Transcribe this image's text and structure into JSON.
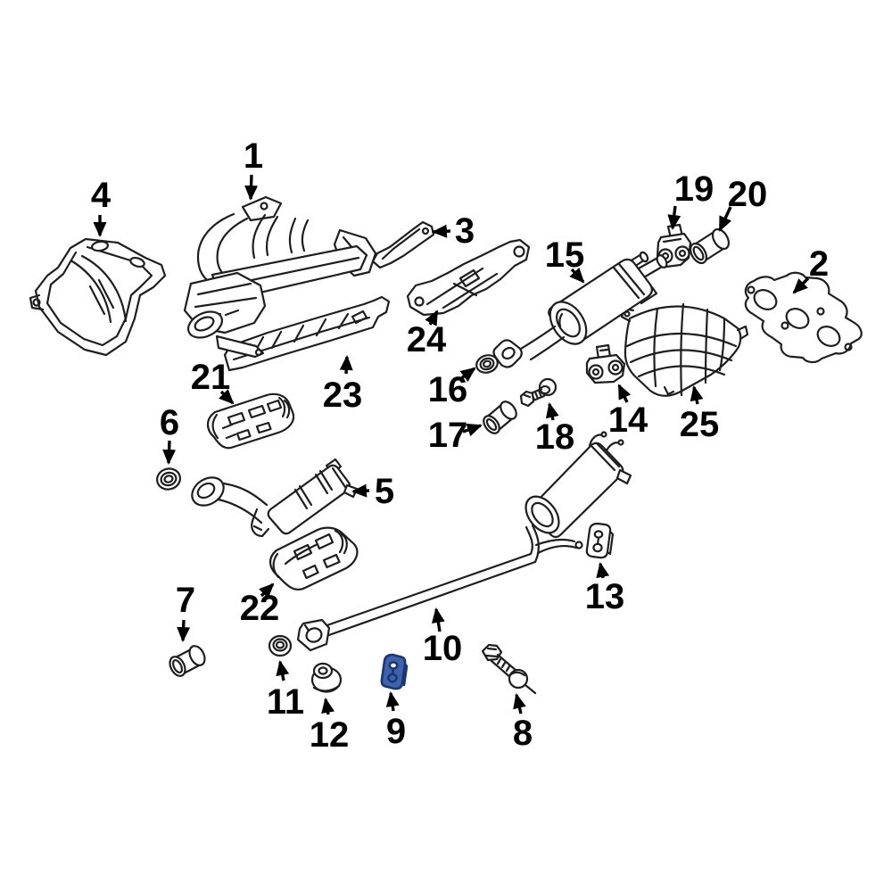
{
  "page": {
    "background": "#ffffff",
    "description": "Exploded parts diagram of a vehicle exhaust system line drawing with 25 numbered callouts; part 9 (exhaust pipe hanger) is highlighted in blue."
  },
  "diagram": {
    "line_color": "#1e1e1e",
    "callout_color": "#000000",
    "highlight": {
      "part": "9",
      "fill": "#3e63ae",
      "stroke": "#1b3672",
      "hole_fill": "#ffffff"
    },
    "callouts": [
      {
        "num": "1"
      },
      {
        "num": "2"
      },
      {
        "num": "3"
      },
      {
        "num": "4"
      },
      {
        "num": "5"
      },
      {
        "num": "6"
      },
      {
        "num": "7"
      },
      {
        "num": "8"
      },
      {
        "num": "9"
      },
      {
        "num": "10"
      },
      {
        "num": "11"
      },
      {
        "num": "12"
      },
      {
        "num": "13"
      },
      {
        "num": "14"
      },
      {
        "num": "15"
      },
      {
        "num": "16"
      },
      {
        "num": "17"
      },
      {
        "num": "18"
      },
      {
        "num": "19"
      },
      {
        "num": "20"
      },
      {
        "num": "21"
      },
      {
        "num": "22"
      },
      {
        "num": "23"
      },
      {
        "num": "24"
      },
      {
        "num": "25"
      }
    ]
  }
}
